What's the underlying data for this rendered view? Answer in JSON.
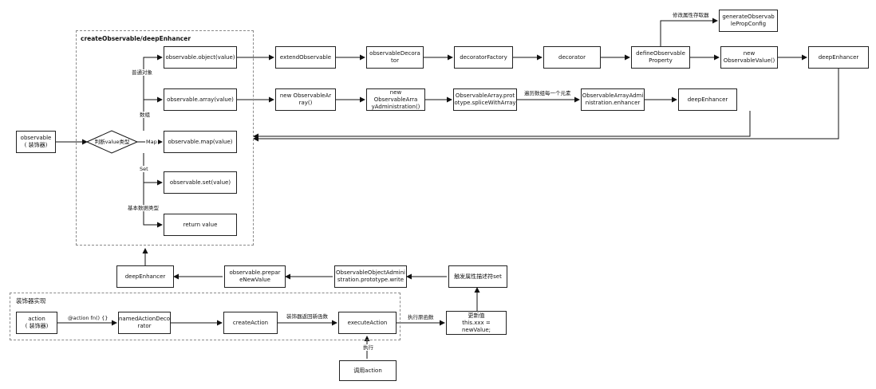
{
  "groups": {
    "create": "createObservable/deepEnhancer",
    "decorator": "装饰器实现"
  },
  "nodes": {
    "observable": "observable\n( 装饰器)",
    "judge": "判断value类型",
    "obs_object": "observable.object(value)",
    "obs_array": "observable.array(value)",
    "obs_map": "observable.map(value)",
    "obs_set": "observable.set(value)",
    "return_value": "return value",
    "extendObservable": "extendObservable",
    "observableDecorator": "observableDecora\ntor",
    "decoratorFactory": "decoratorFactory",
    "decorator": "decorator",
    "defineObservableProperty": "defineObservable\nProperty",
    "generateObservablePropConfig": "generateObservab\nlePropConfig",
    "newObservableValue": "new\nObservableValue()",
    "deepEnhancer_top": "deepEnhancer",
    "newObservableArray": "new ObservableAr\nray()",
    "newObservableArrayAdmin": "new ObservableArra\nyAdministration()",
    "spliceWithArray": "ObservableArray.prot\notype.spliceWithArray",
    "arrayAdminEnhancer": "ObservableArrayAdmi\nnistration.enhancer",
    "deepEnhancer_mid": "deepEnhancer",
    "deepEnhancer_bottom": "deepEnhancer",
    "prepareNewValue": "observable.prepar\neNewValue",
    "objectAdminWrite": "ObservableObjectAdmini\nstration.prototype.write",
    "triggerSetter": "触发属性描述符set",
    "action": "action\n( 装饰器)",
    "namedActionDecorator": "namedActionDeco\nrator",
    "createAction": "createAction",
    "executeAction": "executeAction",
    "updateValue": "更新值\nthis.xxx = newValue;",
    "callAction": "调用action"
  },
  "edge_labels": {
    "plain_object": "普通对象",
    "array": "数组",
    "map": "Map",
    "set": "Set",
    "primitive": "基本数据类型",
    "modify_accessor": "修改属性存取器",
    "traverse_elements": "遍历数组每一个元素",
    "action_fn": "@action fn() {}",
    "decorator_returns": "装饰器返回新函数",
    "run_original": "执行原函数",
    "execute": "执行"
  }
}
